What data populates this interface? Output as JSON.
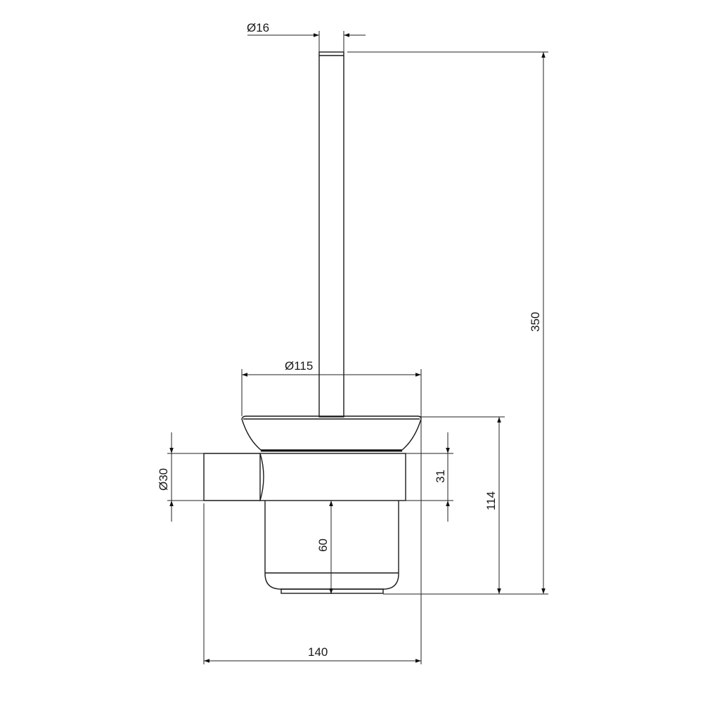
{
  "drawing": {
    "title": "Toilet brush holder technical drawing",
    "dimensions": {
      "stick_diameter": "Ø16",
      "total_height": "350",
      "bowl_diameter": "Ø115",
      "arm_diameter": "Ø30",
      "ring_height": "31",
      "holder_height": "114",
      "cup_depth": "60",
      "projection": "140"
    },
    "colors": {
      "line": "#1a1a1a",
      "background": "#ffffff"
    }
  }
}
